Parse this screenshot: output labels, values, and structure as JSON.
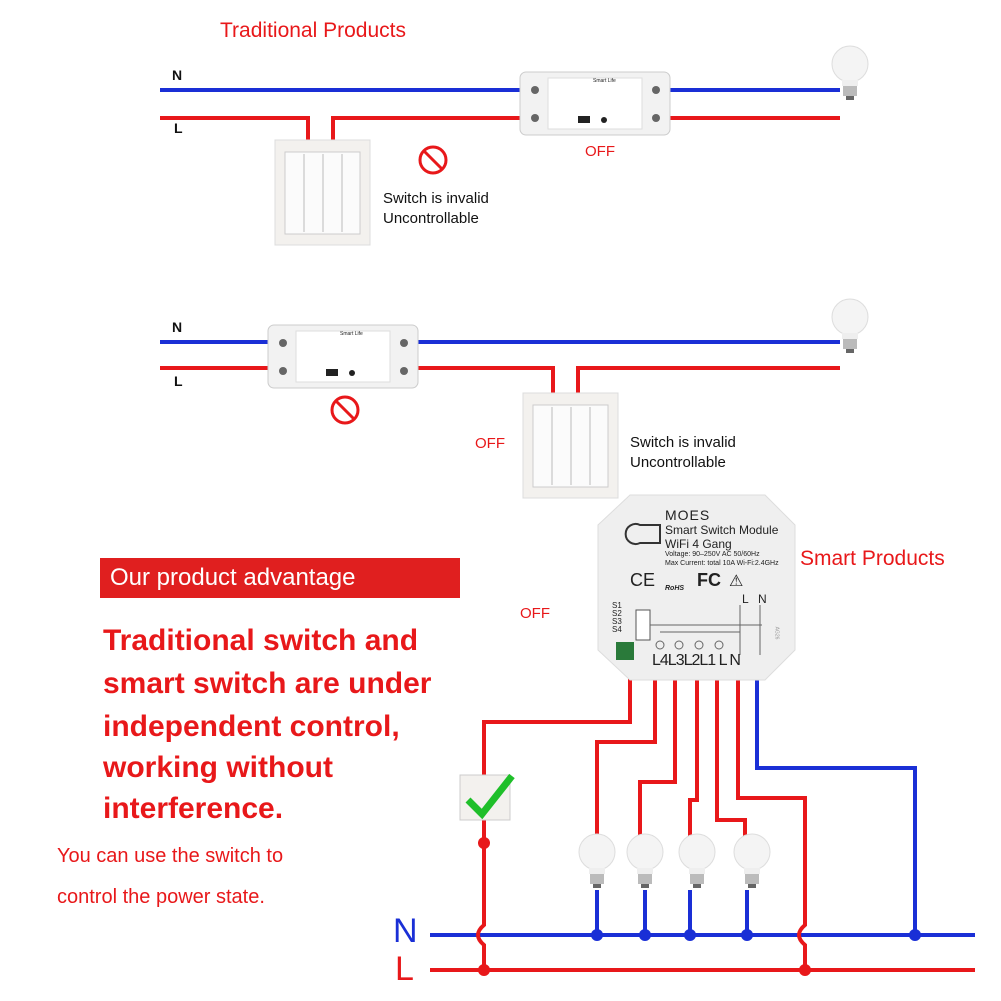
{
  "colors": {
    "neutral": "#1a2fd6",
    "live": "#e8181a",
    "text_red": "#e8181a"
  },
  "section1": {
    "title": "Traditional Products",
    "n": "N",
    "l": "L",
    "off": "OFF",
    "status_line1": "Switch is invalid",
    "status_line2": "Uncontrollable",
    "module_brand": "Smart Life"
  },
  "section2": {
    "n": "N",
    "l": "L",
    "off": "OFF",
    "status_line1": "Switch is invalid",
    "status_line2": "Uncontrollable",
    "module_brand": "Smart Life"
  },
  "section3": {
    "heading": "Smart Products",
    "advantage_badge": "Our product advantage",
    "advantage_lines": [
      "Traditional switch and",
      "smart switch are under",
      "independent control,",
      "working without",
      "interference."
    ],
    "note_lines": [
      "You can use the switch to",
      "control the power state."
    ],
    "off": "OFF",
    "n": "N",
    "l": "L",
    "module": {
      "brand": "MOES",
      "name": "Smart Switch Module",
      "variant": "WiFi 4 Gang",
      "voltage": "Voltage: 90–250V AC 50/60Hz",
      "current": "Max Current: total 10A Wi-Fi:2.4GHz",
      "certs": [
        "CE",
        "RoHS",
        "FC"
      ],
      "inputs": [
        "S1",
        "S2",
        "S3",
        "S4"
      ],
      "terminals": [
        "L4",
        "L3",
        "L2",
        "L1",
        "L",
        "N"
      ],
      "top_terminals": [
        "L",
        "N"
      ],
      "model": "AG26"
    }
  }
}
